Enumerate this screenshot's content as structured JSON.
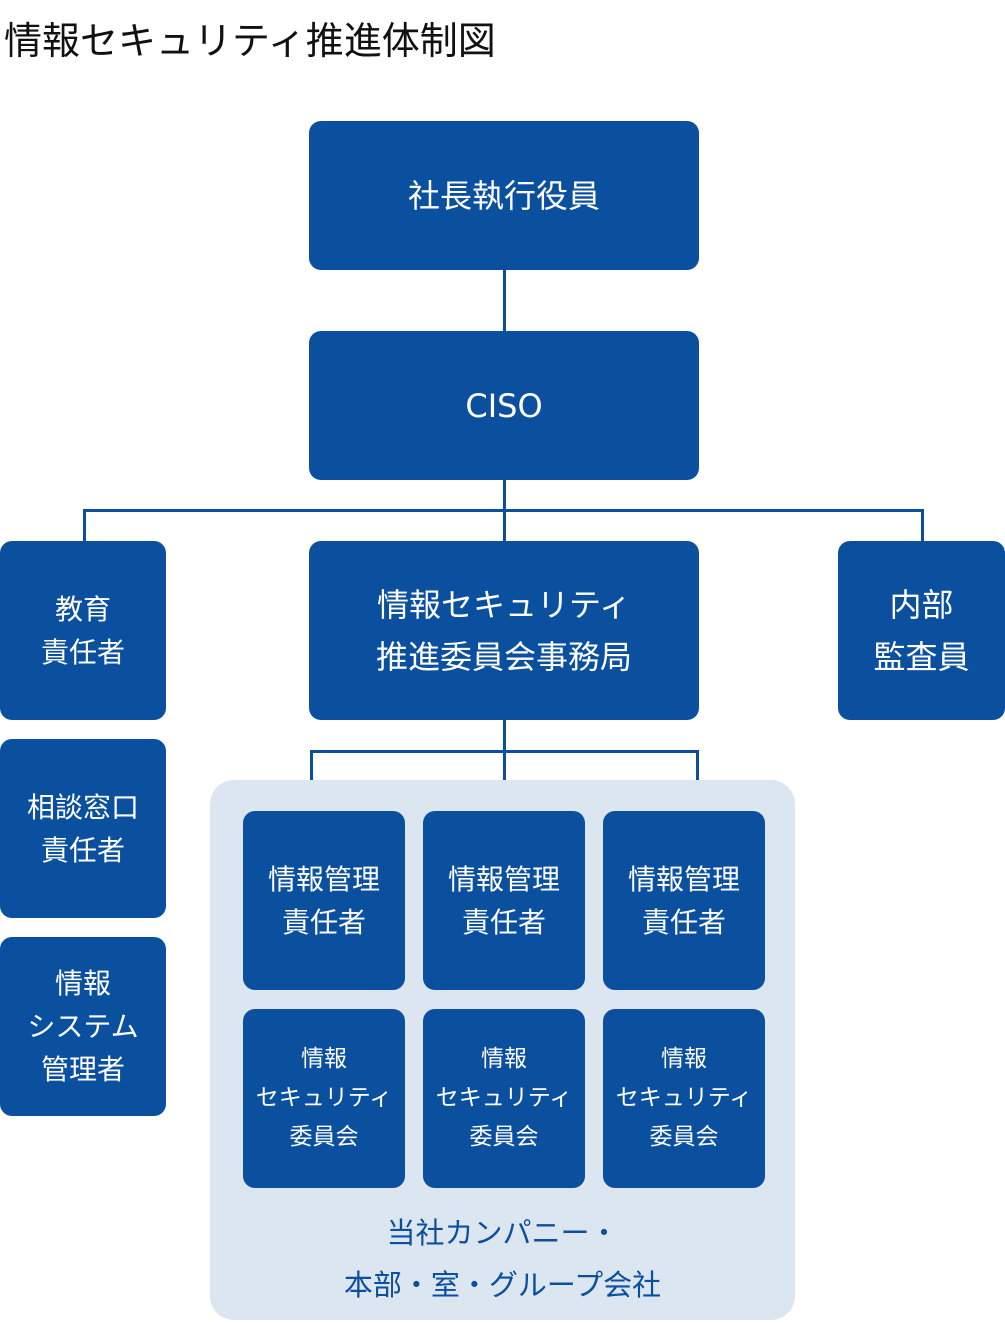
{
  "title": "情報セキュリティ推進体制図",
  "nodes": {
    "executive": "社長執行役員",
    "ciso": "CISO",
    "education": "教育\n責任者",
    "consultation": "相談窓口\n責任者",
    "info_system": "情報\nシステム\n管理者",
    "secretariat": "情報セキュリティ\n推進委員会事務局",
    "internal_audit": "内部\n監査員",
    "info_managers": [
      "情報管理\n責任者",
      "情報管理\n責任者",
      "情報管理\n責任者"
    ],
    "security_committees": [
      "情報\nセキュリティ\n委員会",
      "情報\nセキュリティ\n委員会",
      "情報\nセキュリティ\n委員会"
    ]
  },
  "group_label": "当社カンパニー・\n本部・室・グループ会社",
  "colors": {
    "box": "#0b4f9f",
    "group_background": "#dce6f0",
    "box_text": "#ffffff"
  }
}
